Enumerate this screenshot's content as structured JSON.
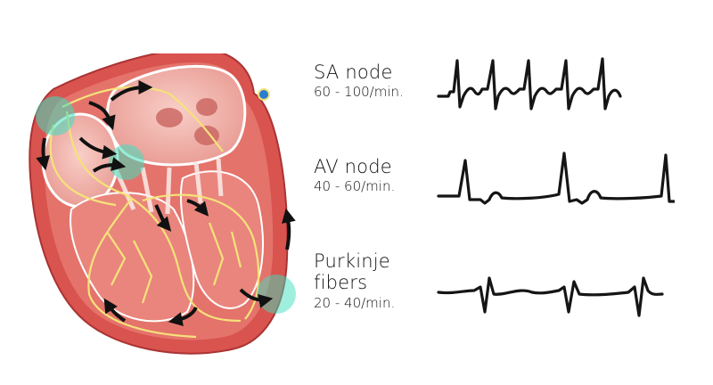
{
  "diagram": {
    "subject": "Cardiac conduction system",
    "colors": {
      "myocardium": "#d9534f",
      "chamber_fill": "#f2b6b0",
      "conduction_fibers": "#f5e27a",
      "pacemaker_highlight": "#3fe0c0",
      "arrow": "#111111",
      "trace": "#151515",
      "background": "#ffffff"
    },
    "highlights": [
      {
        "name": "SA node",
        "position": "upper-left right atrium"
      },
      {
        "name": "AV node",
        "position": "atrioventricular junction"
      },
      {
        "name": "Purkinje fibers",
        "position": "ventricular apex"
      }
    ]
  },
  "pacemakers": [
    {
      "name": "SA node",
      "rate": "60 - 100/min.",
      "beats_shown": 5
    },
    {
      "name": "AV node",
      "rate": "40 - 60/min.",
      "beats_shown": 3
    },
    {
      "name": "Purkinje\nfibers",
      "name_line1": "Purkinje",
      "name_line2": "fibers",
      "rate": "20 - 40/min.",
      "beats_shown": 3
    }
  ]
}
